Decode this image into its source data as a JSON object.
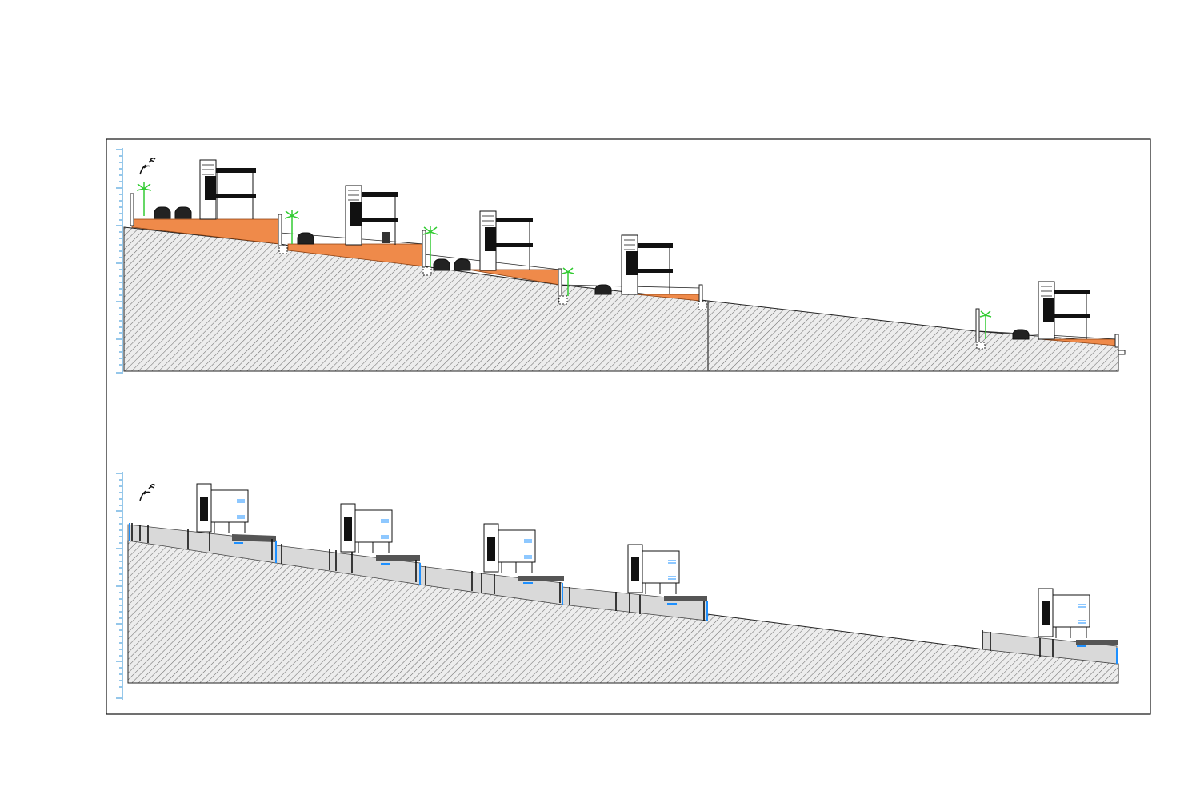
{
  "drawing": {
    "type": "architectural-site-sections",
    "colors": {
      "border": "#111111",
      "terrain_hatch": "#6e6e6e",
      "terrain_fill": "#e6e6e6",
      "earth_fill": "#ef8a4a",
      "building": "#111111",
      "water": "#1e90ff",
      "ruler": "#2b8fd6",
      "tree": "#33cc33"
    },
    "sections": [
      {
        "id": "section-top",
        "label": "",
        "icons": [
          "birds-icon",
          "palm-tree-icon",
          "car-icon",
          "house-section-icon"
        ]
      },
      {
        "id": "section-bottom",
        "label": "",
        "icons": [
          "birds-icon",
          "pool-icon",
          "house-section-icon",
          "fence-icon"
        ]
      }
    ]
  }
}
